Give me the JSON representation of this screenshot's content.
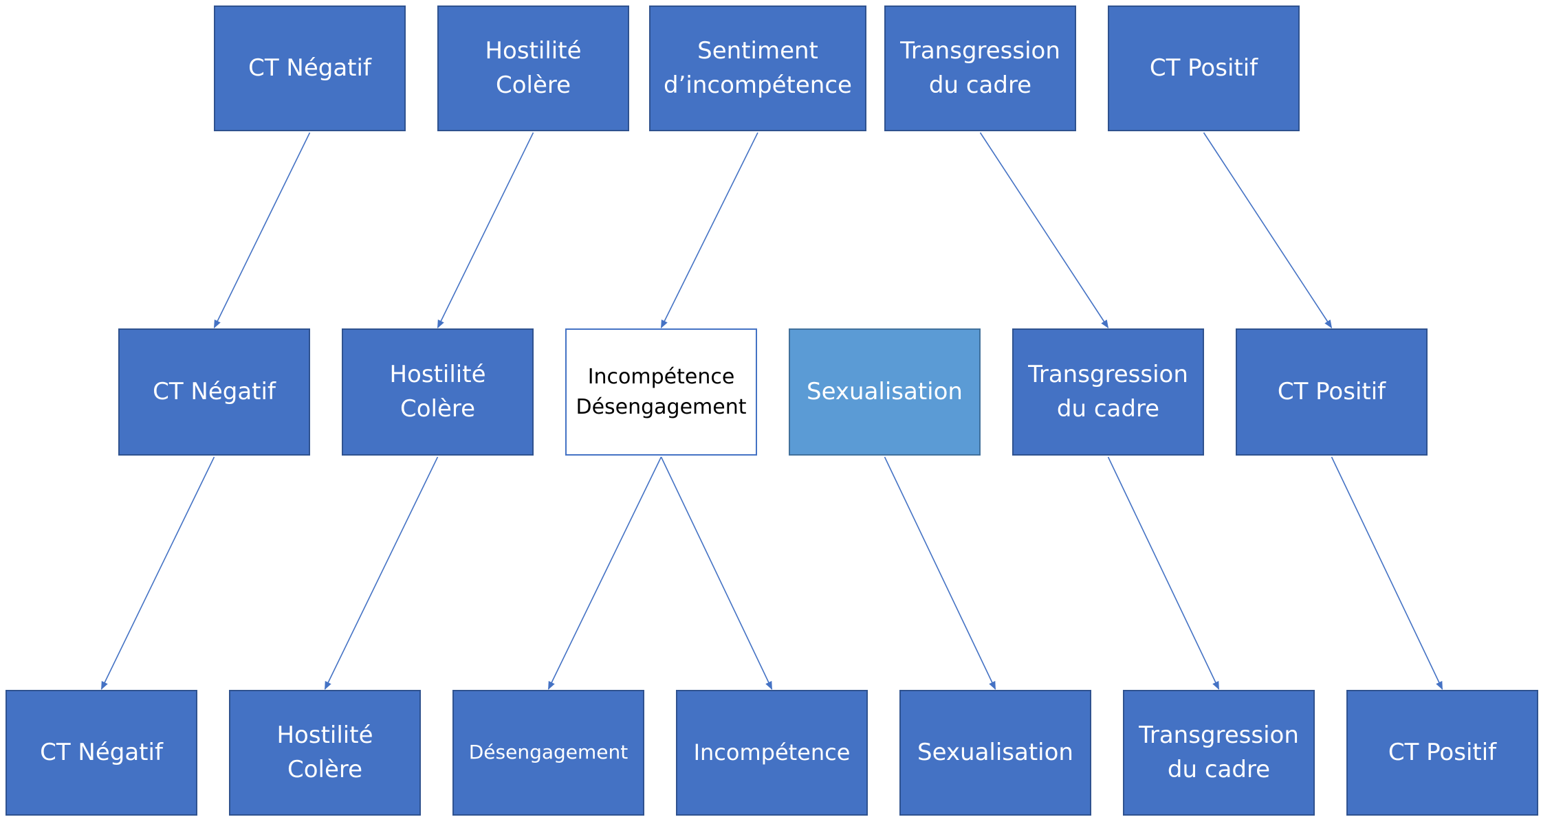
{
  "colors": {
    "box_fill": "#4472c4",
    "box_border": "#2f528f",
    "highlight_fill": "#5b9bd5",
    "outline_fill": "#ffffff",
    "arrow": "#4472c4"
  },
  "rows": {
    "top": [
      {
        "id": "t1",
        "lines": [
          "CT Négatif"
        ]
      },
      {
        "id": "t2",
        "lines": [
          "Hostilité",
          "Colère"
        ]
      },
      {
        "id": "t3",
        "lines": [
          "Sentiment",
          "d’incompétence"
        ]
      },
      {
        "id": "t4",
        "lines": [
          "Transgression",
          "du cadre"
        ]
      },
      {
        "id": "t5",
        "lines": [
          "CT Positif"
        ]
      }
    ],
    "middle": [
      {
        "id": "m1",
        "lines": [
          "CT Négatif"
        ]
      },
      {
        "id": "m2",
        "lines": [
          "Hostilité",
          "Colère"
        ]
      },
      {
        "id": "m3",
        "lines": [
          "Incompétence",
          "Désengagement"
        ]
      },
      {
        "id": "m4",
        "lines": [
          "Sexualisation"
        ]
      },
      {
        "id": "m5",
        "lines": [
          "Transgression",
          "du cadre"
        ]
      },
      {
        "id": "m6",
        "lines": [
          "CT Positif"
        ]
      }
    ],
    "bottom": [
      {
        "id": "b1",
        "lines": [
          "CT Négatif"
        ]
      },
      {
        "id": "b2",
        "lines": [
          "Hostilité",
          "Colère"
        ]
      },
      {
        "id": "b3",
        "lines": [
          "Désengagement"
        ]
      },
      {
        "id": "b4",
        "lines": [
          "Incompétence"
        ]
      },
      {
        "id": "b5",
        "lines": [
          "Sexualisation"
        ]
      },
      {
        "id": "b6",
        "lines": [
          "Transgression",
          "du cadre"
        ]
      },
      {
        "id": "b7",
        "lines": [
          "CT Positif"
        ]
      }
    ]
  },
  "edges": [
    [
      "t1",
      "m1"
    ],
    [
      "t2",
      "m2"
    ],
    [
      "t3",
      "m3"
    ],
    [
      "t4",
      "m5"
    ],
    [
      "t5",
      "m6"
    ],
    [
      "m1",
      "b1"
    ],
    [
      "m2",
      "b2"
    ],
    [
      "m3",
      "b3"
    ],
    [
      "m3",
      "b4"
    ],
    [
      "m4",
      "b5"
    ],
    [
      "m5",
      "b6"
    ],
    [
      "m6",
      "b7"
    ]
  ]
}
